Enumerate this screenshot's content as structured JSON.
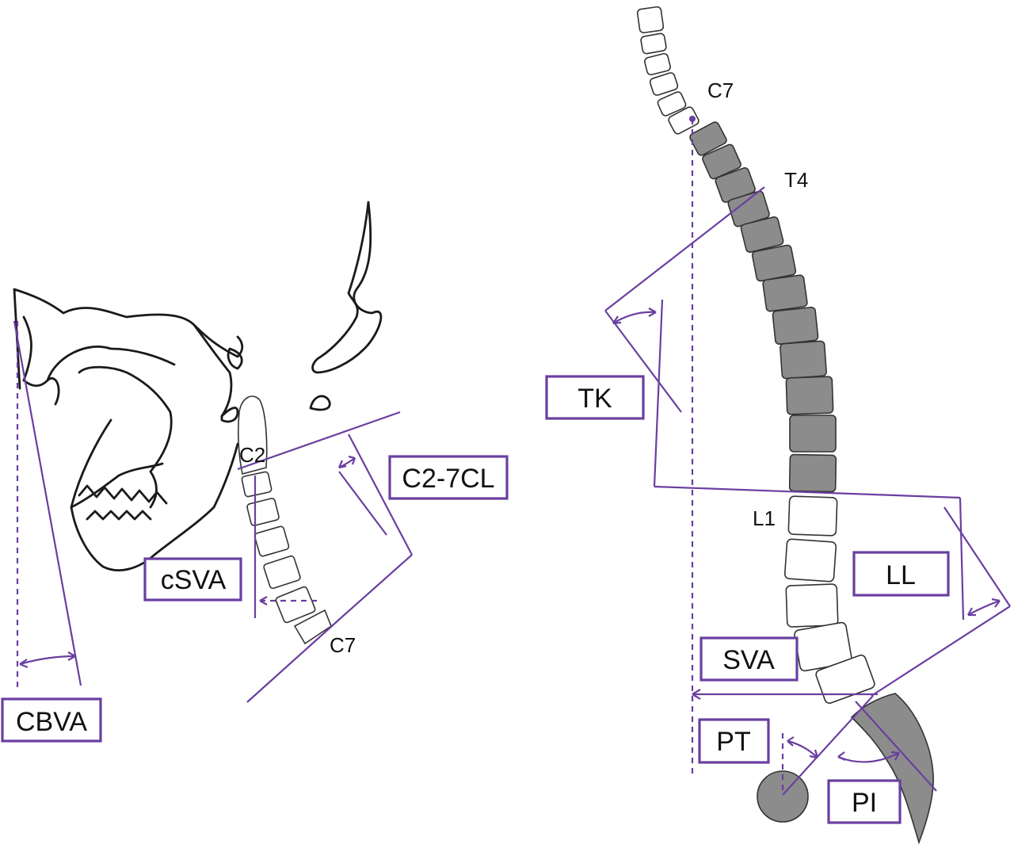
{
  "cervical": {
    "labels": {
      "c2": "C2",
      "c7": "C7"
    },
    "boxes": {
      "cbva": "CBVA",
      "csva": "cSVA",
      "c27cl": "C2-7CL"
    }
  },
  "spine": {
    "labels": {
      "c7": "C7",
      "t4": "T4",
      "l1": "L1"
    },
    "boxes": {
      "tk": "TK",
      "ll": "LL",
      "sva": "SVA",
      "pt": "PT",
      "pi": "PI"
    }
  },
  "colors": {
    "accent": "#6a3fa0",
    "outline": "#1a1a1a",
    "vertebra_fill": "#8c8c8c"
  }
}
